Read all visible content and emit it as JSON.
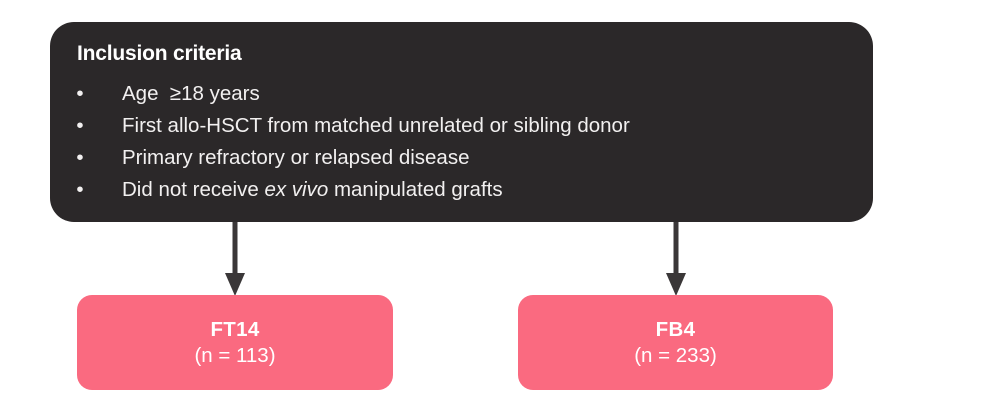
{
  "diagram": {
    "type": "flowchart",
    "background_color": "#ffffff",
    "criteria_box": {
      "title": "Inclusion criteria",
      "background_color": "#2b2829",
      "text_color": "#f2f0f0",
      "bullet_glyph": "•",
      "items": [
        {
          "prefix": "Age  ≥18 years",
          "emphasis": "",
          "suffix": ""
        },
        {
          "prefix": "First allo-HSCT from matched unrelated or sibling donor",
          "emphasis": "",
          "suffix": ""
        },
        {
          "prefix": "Primary refractory or relapsed disease",
          "emphasis": "",
          "suffix": ""
        },
        {
          "prefix": "Did not receive ",
          "emphasis": "ex vivo",
          "suffix": " manipulated grafts"
        }
      ]
    },
    "arrows": [
      {
        "name": "arrow-to-ft14",
        "color": "#3a3738"
      },
      {
        "name": "arrow-to-fb4",
        "color": "#3a3738"
      }
    ],
    "groups": [
      {
        "name": "FT14",
        "count_label": "(n = 113)",
        "n": 113,
        "background_color": "#fa6a80",
        "text_color": "#ffffff"
      },
      {
        "name": "FB4",
        "count_label": "(n = 233)",
        "n": 233,
        "background_color": "#fa6a80",
        "text_color": "#ffffff"
      }
    ]
  }
}
